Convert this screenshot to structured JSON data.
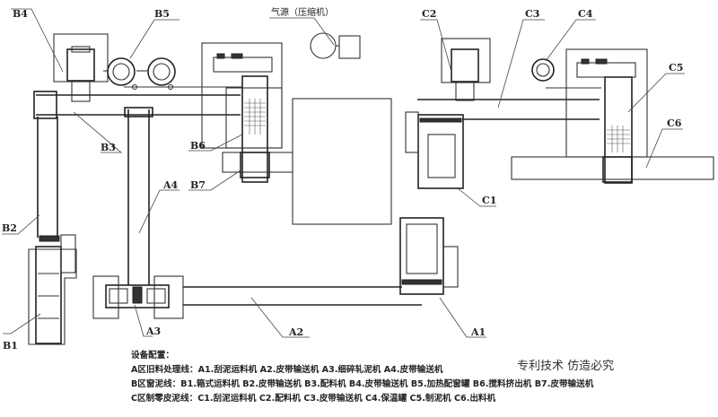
{
  "labels": {
    "B1": "B1",
    "B2": "B2",
    "B3": "B3",
    "B4": "B4",
    "B5": "B5",
    "B6": "B6",
    "B7": "B7",
    "A1": "A1",
    "A2": "A2",
    "A3": "A3",
    "A4": "A4",
    "C1": "C1",
    "C2": "C2",
    "C3": "C3",
    "C4": "C4",
    "C5": "C5",
    "C6": "C6",
    "air_source": "气源（压缩机）"
  },
  "notes": {
    "title": "设备配置：",
    "line_a": "A区旧料处理线：A1.刮泥运料机 A2.皮带输送机 A3.细碎轧泥机 A4.皮带输送机",
    "line_b": "B区窗泥线：B1.箱式运料机 B2.皮带输送机 B3.配料机 B4.皮带输送机 B5.加热配窗罐 B6.搅料挤出机 B7.皮带输送机",
    "line_c": "C区制零皮泥线：C1.刮泥运料机 C2.配料机 C3.皮带输送机 C4.保温罐 C5.制泥机 C6.出料机"
  },
  "patent": "专利技术 仿造必究"
}
